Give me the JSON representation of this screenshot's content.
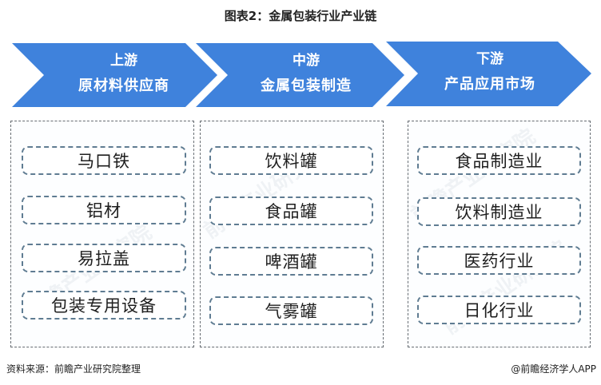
{
  "title": "图表2：金属包装行业产业链",
  "colors": {
    "arrow_fill": "#3f82dc",
    "arrow_text": "#ffffff",
    "panel_border": "#666c72",
    "item_border": "#5f7c92",
    "item_text": "#1e1e1e"
  },
  "stages": [
    {
      "name": "上游",
      "description": "原材料供应商",
      "items": [
        "马口铁",
        "铝材",
        "易拉盖",
        "包装专用设备"
      ]
    },
    {
      "name": "中游",
      "description": "金属包装制造",
      "items": [
        "饮料罐",
        "食品罐",
        "啤酒罐",
        "气雾罐"
      ]
    },
    {
      "name": "下游",
      "description": "产品应用市场",
      "items": [
        "食品制造业",
        "饮料制造业",
        "医药行业",
        "日化行业"
      ]
    }
  ],
  "footer": {
    "source": "资料来源：前瞻产业研究院整理",
    "credit": "@前瞻经济学人APP"
  },
  "watermark": "前瞻产业研究院"
}
